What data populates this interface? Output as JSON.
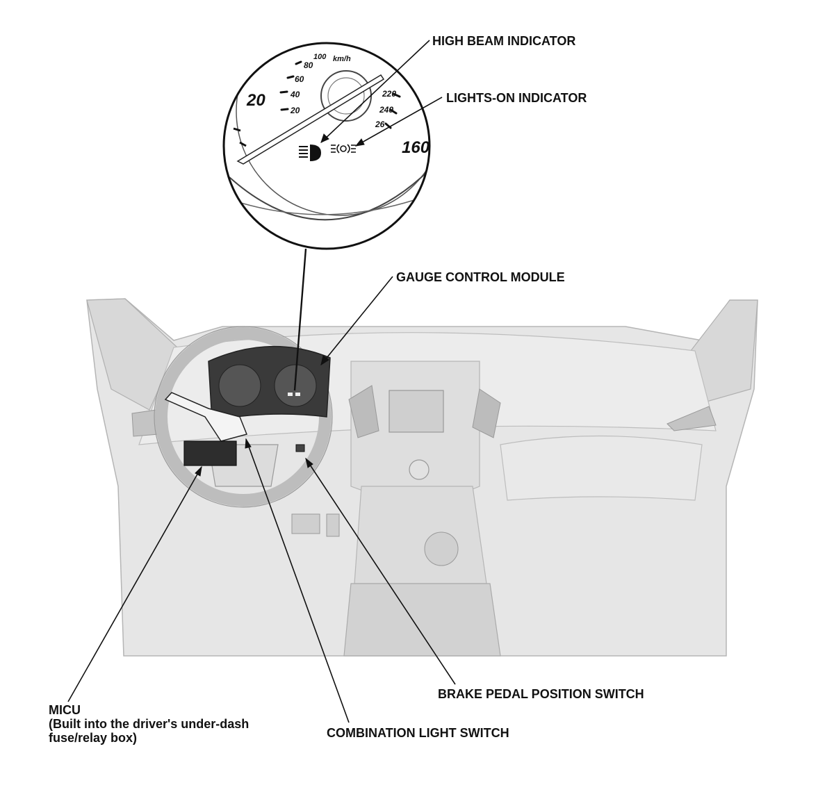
{
  "callouts": {
    "high_beam_indicator": "HIGH BEAM INDICATOR",
    "lights_on_indicator": "LIGHTS-ON INDICATOR",
    "gauge_control_module": "GAUGE CONTROL MODULE",
    "brake_pedal_position_switch": "BRAKE PEDAL POSITION SWITCH",
    "combination_light_switch": "COMBINATION LIGHT SWITCH",
    "micu": {
      "line1": "MICU",
      "line2": "(Built into the driver's under-dash",
      "line3": "fuse/relay box)"
    }
  },
  "gauge_markings": {
    "left_numbers": [
      "20",
      "40",
      "60",
      "80",
      "100"
    ],
    "unit": "km/h",
    "right_numbers": [
      "220",
      "240",
      "26"
    ],
    "big_left": "20",
    "big_right": "160"
  },
  "colors": {
    "line": "#111111",
    "car_fill": "#e6e6e6",
    "car_shade": "#cfcfcf",
    "cluster_fill": "#3a3a3a"
  }
}
